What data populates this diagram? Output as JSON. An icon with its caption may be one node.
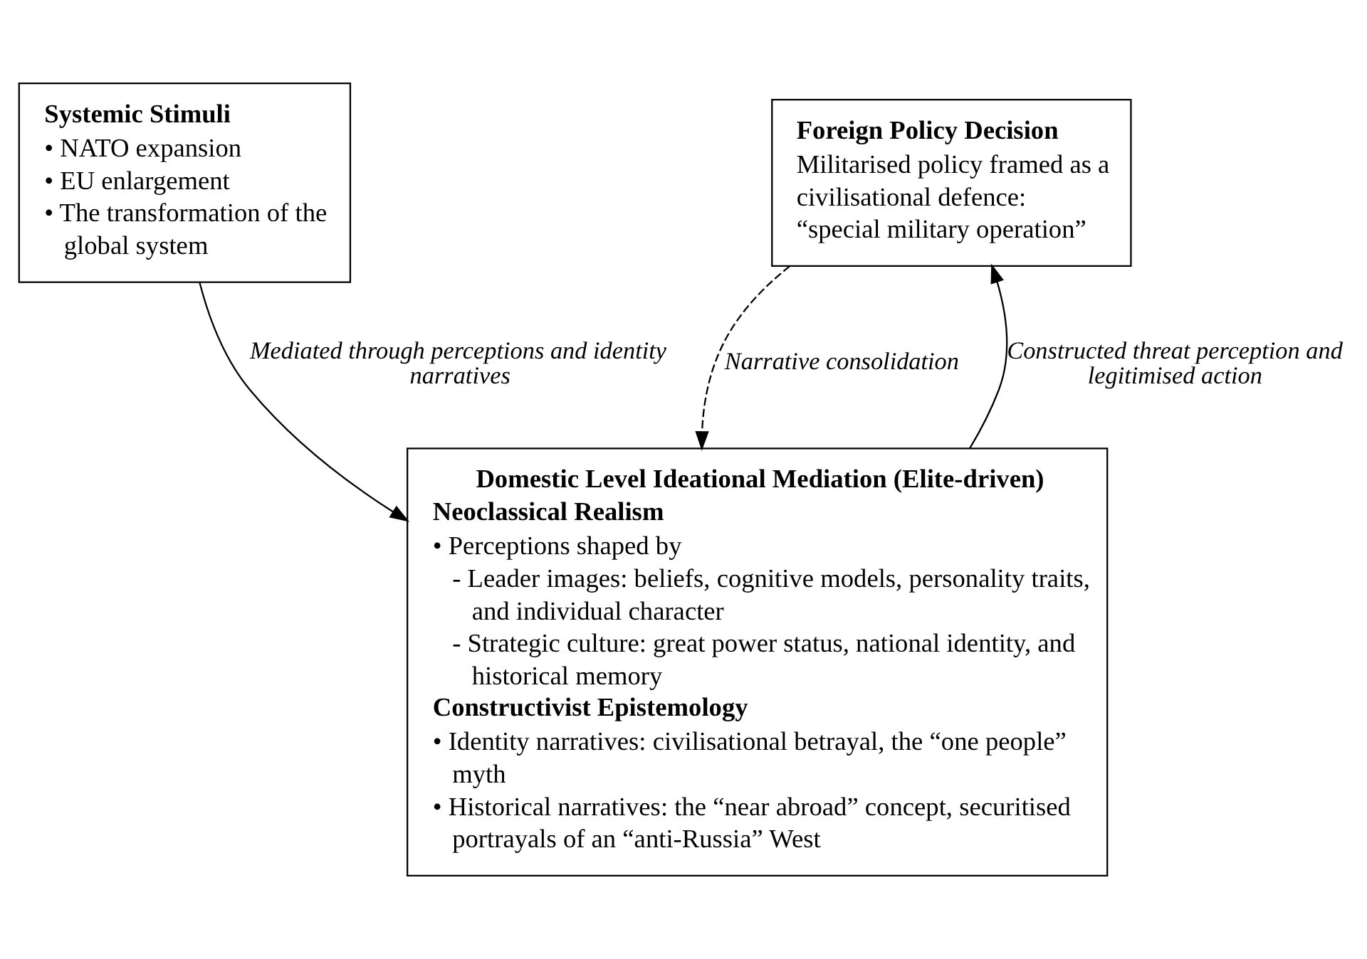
{
  "diagram": {
    "nodes": [
      {
        "text": [
          "Systemic Stimuli",
          "• NATO expansion",
          "• EU enlargement",
          "• The transformation of the global system"
        ]
      },
      {
        "text": [
          "Foreign Policy Decision",
          "Militarised policy framed as a civilisational defence: “special military operation”"
        ]
      },
      {
        "text": [
          "Domestic Level Ideational Mediation (Elite-driven)",
          "Neoclassical Realism",
          "• Perceptions shaped by",
          "- Leader images: beliefs, cognitive models, personality traits, and individual character",
          "- Strategic culture: great power status, national identity, and historical memory",
          "Constructivist Epistemology",
          "• Identity narratives: civilisational betrayal, the “one people” myth",
          "• Historical narratives: the “near abroad” concept, securitised portrayals of an “anti-Russia” West"
        ]
      }
    ],
    "edges": [
      {
        "from": 0,
        "to": 2,
        "arrow": "to",
        "label": "Mediated through perceptions and identity narratives"
      },
      {
        "from": 2,
        "to": 1,
        "arrow": "to",
        "label": "Constructed threat perception and legitimised action"
      },
      {
        "from": 1,
        "to": 2,
        "arrow": "to",
        "label": "Narrative consolidation",
        "style": "dashed"
      }
    ]
  }
}
